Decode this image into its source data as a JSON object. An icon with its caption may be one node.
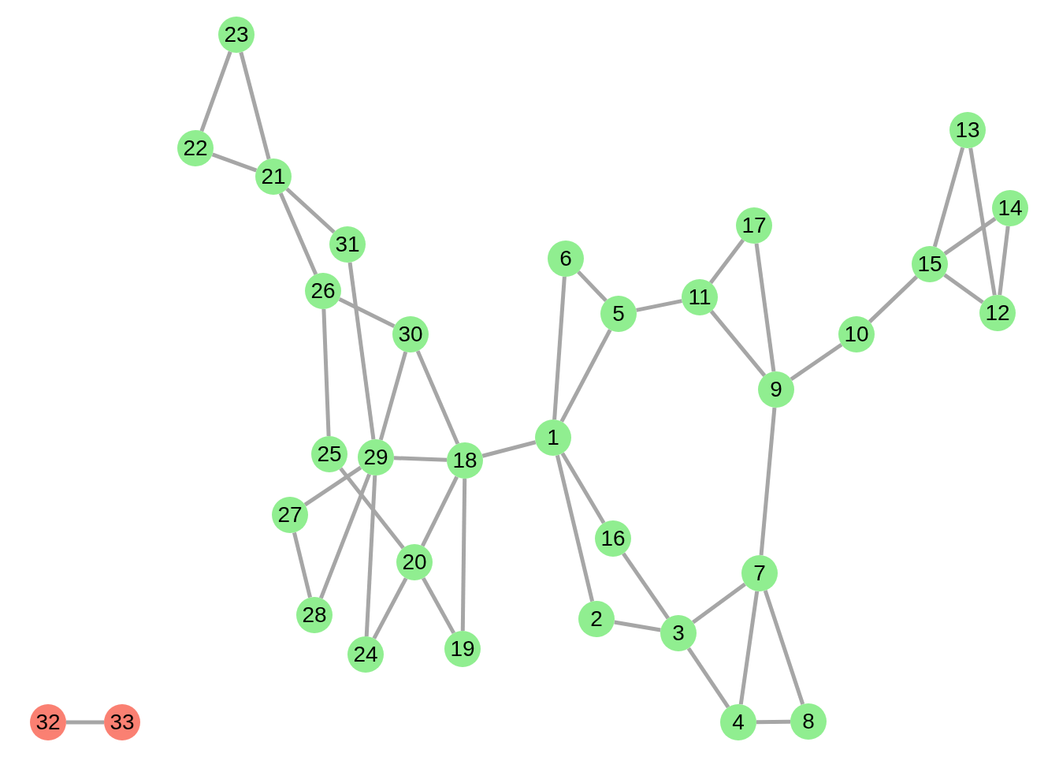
{
  "diagram": {
    "nodes": [
      {
        "text": [
          "1"
        ]
      },
      {
        "text": [
          "2"
        ]
      },
      {
        "text": [
          "3"
        ]
      },
      {
        "text": [
          "4"
        ]
      },
      {
        "text": [
          "5"
        ]
      },
      {
        "text": [
          "6"
        ]
      },
      {
        "text": [
          "7"
        ]
      },
      {
        "text": [
          "8"
        ]
      },
      {
        "text": [
          "9"
        ]
      },
      {
        "text": [
          "10"
        ]
      },
      {
        "text": [
          "11"
        ]
      },
      {
        "text": [
          "12"
        ]
      },
      {
        "text": [
          "13"
        ]
      },
      {
        "text": [
          "14"
        ]
      },
      {
        "text": [
          "15"
        ]
      },
      {
        "text": [
          "16"
        ]
      },
      {
        "text": [
          "17"
        ]
      },
      {
        "text": [
          "18"
        ]
      },
      {
        "text": [
          "19"
        ]
      },
      {
        "text": [
          "20"
        ]
      },
      {
        "text": [
          "21"
        ]
      },
      {
        "text": [
          "22"
        ]
      },
      {
        "text": [
          "23"
        ]
      },
      {
        "text": [
          "24"
        ]
      },
      {
        "text": [
          "25"
        ]
      },
      {
        "text": [
          "26"
        ]
      },
      {
        "text": [
          "27"
        ]
      },
      {
        "text": [
          "28"
        ]
      },
      {
        "text": [
          "29"
        ]
      },
      {
        "text": [
          "30"
        ]
      },
      {
        "text": [
          "31"
        ]
      },
      {
        "text": [
          "32"
        ]
      },
      {
        "text": [
          "33"
        ]
      }
    ],
    "edges": [
      {
        "from": 0,
        "to": 17,
        "arrow": "none"
      },
      {
        "from": 0,
        "to": 5,
        "arrow": "none"
      },
      {
        "from": 0,
        "to": 4,
        "arrow": "none"
      },
      {
        "from": 0,
        "to": 15,
        "arrow": "none"
      },
      {
        "from": 0,
        "to": 1,
        "arrow": "none"
      },
      {
        "from": 4,
        "to": 5,
        "arrow": "none"
      },
      {
        "from": 4,
        "to": 10,
        "arrow": "none"
      },
      {
        "from": 10,
        "to": 16,
        "arrow": "none"
      },
      {
        "from": 10,
        "to": 8,
        "arrow": "none"
      },
      {
        "from": 16,
        "to": 8,
        "arrow": "none"
      },
      {
        "from": 8,
        "to": 9,
        "arrow": "none"
      },
      {
        "from": 8,
        "to": 6,
        "arrow": "none"
      },
      {
        "from": 9,
        "to": 14,
        "arrow": "none"
      },
      {
        "from": 14,
        "to": 12,
        "arrow": "none"
      },
      {
        "from": 14,
        "to": 13,
        "arrow": "none"
      },
      {
        "from": 14,
        "to": 11,
        "arrow": "none"
      },
      {
        "from": 12,
        "to": 11,
        "arrow": "none"
      },
      {
        "from": 13,
        "to": 11,
        "arrow": "none"
      },
      {
        "from": 15,
        "to": 2,
        "arrow": "none"
      },
      {
        "from": 1,
        "to": 2,
        "arrow": "none"
      },
      {
        "from": 2,
        "to": 6,
        "arrow": "none"
      },
      {
        "from": 2,
        "to": 3,
        "arrow": "none"
      },
      {
        "from": 6,
        "to": 3,
        "arrow": "none"
      },
      {
        "from": 6,
        "to": 7,
        "arrow": "none"
      },
      {
        "from": 3,
        "to": 7,
        "arrow": "none"
      },
      {
        "from": 17,
        "to": 28,
        "arrow": "none"
      },
      {
        "from": 17,
        "to": 29,
        "arrow": "none"
      },
      {
        "from": 17,
        "to": 19,
        "arrow": "none"
      },
      {
        "from": 17,
        "to": 18,
        "arrow": "none"
      },
      {
        "from": 19,
        "to": 18,
        "arrow": "none"
      },
      {
        "from": 19,
        "to": 23,
        "arrow": "none"
      },
      {
        "from": 19,
        "to": 24,
        "arrow": "none"
      },
      {
        "from": 28,
        "to": 29,
        "arrow": "none"
      },
      {
        "from": 28,
        "to": 30,
        "arrow": "none"
      },
      {
        "from": 28,
        "to": 26,
        "arrow": "none"
      },
      {
        "from": 28,
        "to": 27,
        "arrow": "none"
      },
      {
        "from": 28,
        "to": 23,
        "arrow": "none"
      },
      {
        "from": 25,
        "to": 29,
        "arrow": "none"
      },
      {
        "from": 25,
        "to": 24,
        "arrow": "none"
      },
      {
        "from": 25,
        "to": 20,
        "arrow": "none"
      },
      {
        "from": 20,
        "to": 21,
        "arrow": "none"
      },
      {
        "from": 20,
        "to": 22,
        "arrow": "none"
      },
      {
        "from": 21,
        "to": 22,
        "arrow": "none"
      },
      {
        "from": 20,
        "to": 30,
        "arrow": "none"
      },
      {
        "from": 26,
        "to": 27,
        "arrow": "none"
      },
      {
        "from": 31,
        "to": 32,
        "arrow": "none"
      }
    ]
  }
}
